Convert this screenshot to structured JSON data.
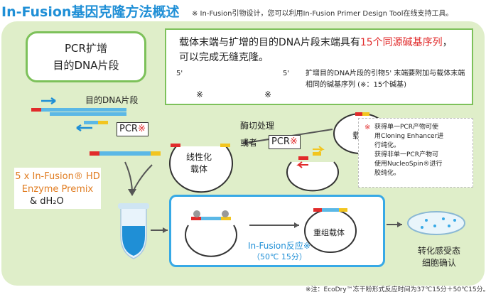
{
  "title": "In-Fusion基因克隆方法概述",
  "top_note": "※ In-Fusion引物设计，您可以利用In-Fusion Primer Design Tool在线支持工具。",
  "pcr_box": {
    "line1": "PCR扩增",
    "line2": "目的DNA片段"
  },
  "info": {
    "main_prefix": "载体末端与扩增的目的DNA片段末端具有",
    "main_highlight": "15个同源碱基序列",
    "main_suffix": "，",
    "main_line2": "可以完成无缝克隆。",
    "five_prime_left": "5'",
    "five_prime_right": "5'",
    "mark_left": "※",
    "mark_right": "※",
    "desc": "扩增目的DNA片段的引物5' 末端要附加与载体末端相同的碱基序列 (※：15个碱基)"
  },
  "left_flow": {
    "target_label": "目的DNA片段",
    "pcr_tag": "PCR",
    "pcr_mark": "※"
  },
  "middle": {
    "digest_label": "酶切处理",
    "or_label": "或者",
    "pcr_tag": "PCR",
    "pcr_mark": "※",
    "vector_label": "载体",
    "linear_line1": "线性化",
    "linear_line2": "载体"
  },
  "enzyme_note": {
    "mark": "※",
    "lines": [
      "获得单一PCR产物可使",
      "用Cloning Enhancer进",
      "行纯化。",
      "获得非单一PCR产物可",
      "使用NucleoSpin®进行",
      "胶纯化。"
    ]
  },
  "premix": {
    "line1": "5 x In-Fusion® HD",
    "line2": "Enzyme Premix",
    "line3": "& dH₂O"
  },
  "reaction": {
    "label1": "In-Fusion反应※",
    "label2": "（50℃ 15分）",
    "recombinant_label": "重组载体"
  },
  "transform": {
    "line1": "转化感受态",
    "line2": "细胞确认"
  },
  "footnote": "※注：EcoDry™冻干粉形式反应时间为37℃15分＋50℃15分。",
  "colors": {
    "title_blue": "#1f8fd6",
    "panel_green": "#dfeec9",
    "border_green": "#7dc15a",
    "dna_blue": "#5bb8e6",
    "end_red": "#e12b2b",
    "end_yellow": "#f2c51f",
    "react_blue": "#37a9e6"
  }
}
